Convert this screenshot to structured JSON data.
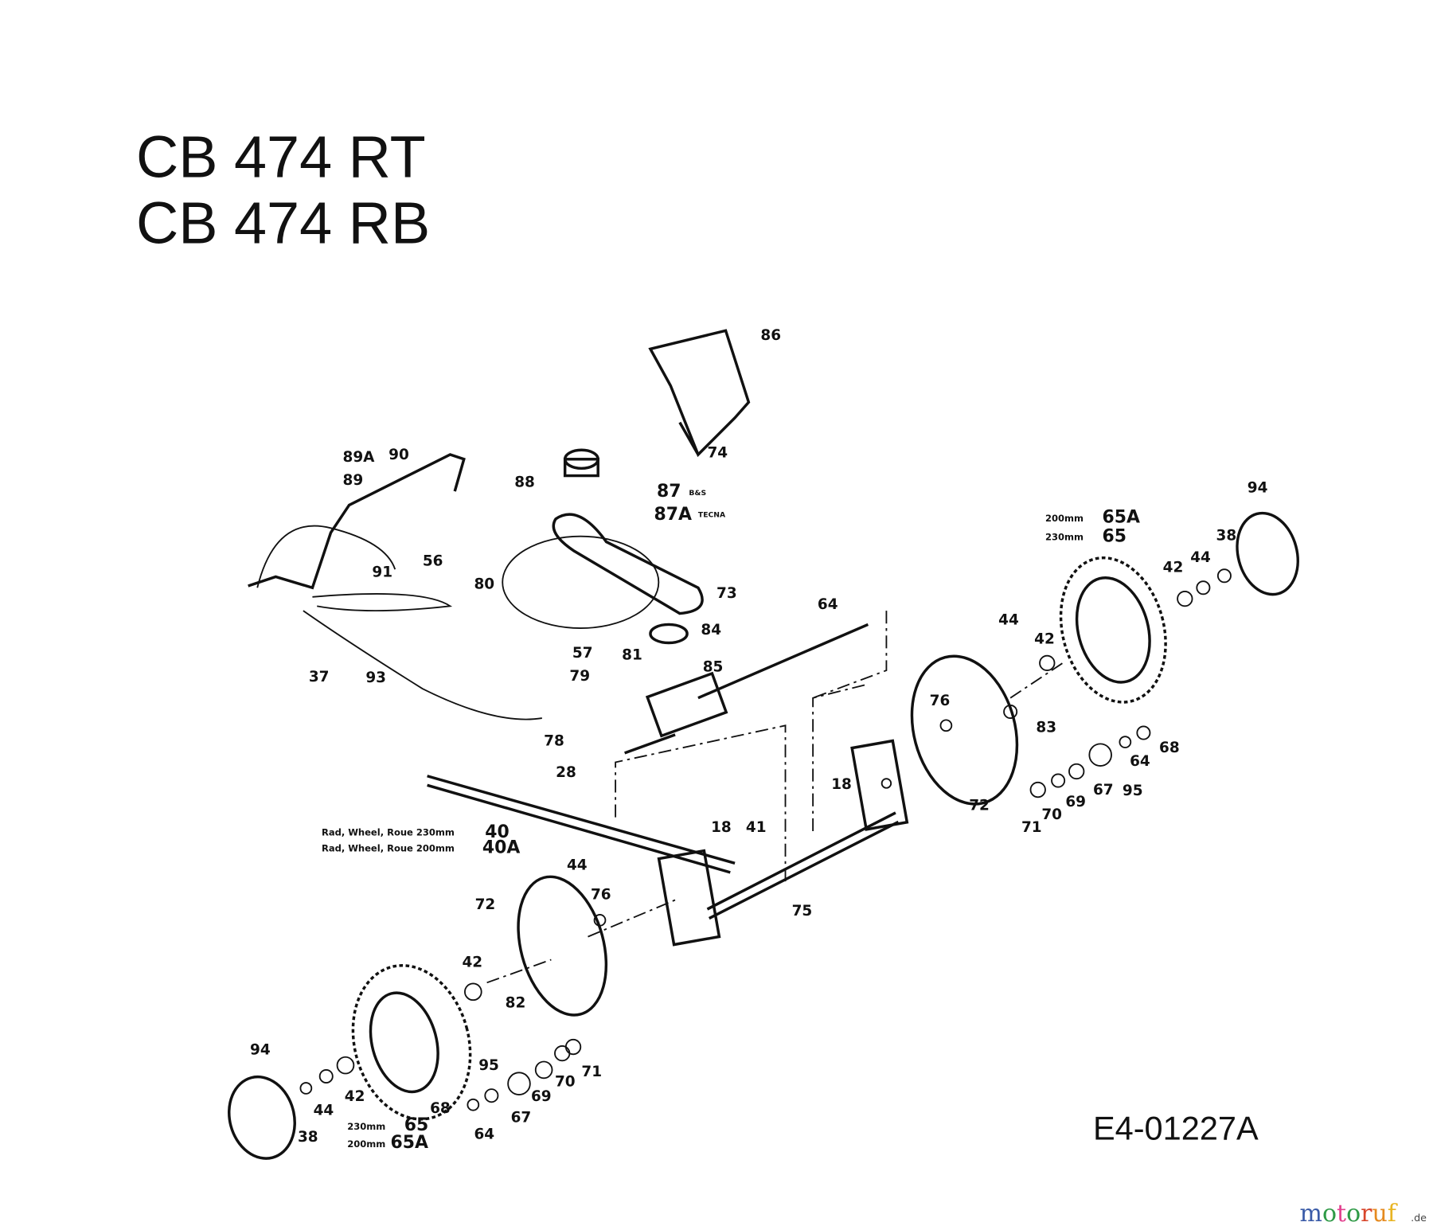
{
  "title_lines": [
    "CB 474 RT",
    "CB 474 RB"
  ],
  "drawing_code": "E4-01227A",
  "watermark": {
    "text": "motoruf",
    "suffix": ".de",
    "colors": [
      "#3a5ba8",
      "#2e9a46",
      "#e2418f",
      "#2e9a46",
      "#d8452a",
      "#e58a1f",
      "#e8b422"
    ]
  },
  "notes": {
    "wheel_40": "Rad, Wheel, Roue 230mm",
    "wheel_40A": "Rad, Wheel, Roue 200mm",
    "size_230": "230mm",
    "size_200": "200mm",
    "bs": "B&S",
    "tecna": "TECNA"
  },
  "parts": [
    "86",
    "74",
    "89A",
    "90",
    "89",
    "88",
    "87",
    "87A",
    "91",
    "56",
    "80",
    "73",
    "94",
    "65A",
    "65",
    "42",
    "44",
    "38",
    "64",
    "84",
    "81",
    "85",
    "57",
    "79",
    "37",
    "93",
    "44",
    "42",
    "83",
    "76",
    "78",
    "28",
    "18",
    "72",
    "68",
    "64",
    "95",
    "67",
    "69",
    "70",
    "71",
    "40",
    "40A",
    "18",
    "41",
    "44",
    "72",
    "76",
    "75",
    "42",
    "82",
    "94",
    "95",
    "70",
    "71",
    "69",
    "42",
    "44",
    "38",
    "68",
    "67",
    "64",
    "65",
    "65A"
  ]
}
